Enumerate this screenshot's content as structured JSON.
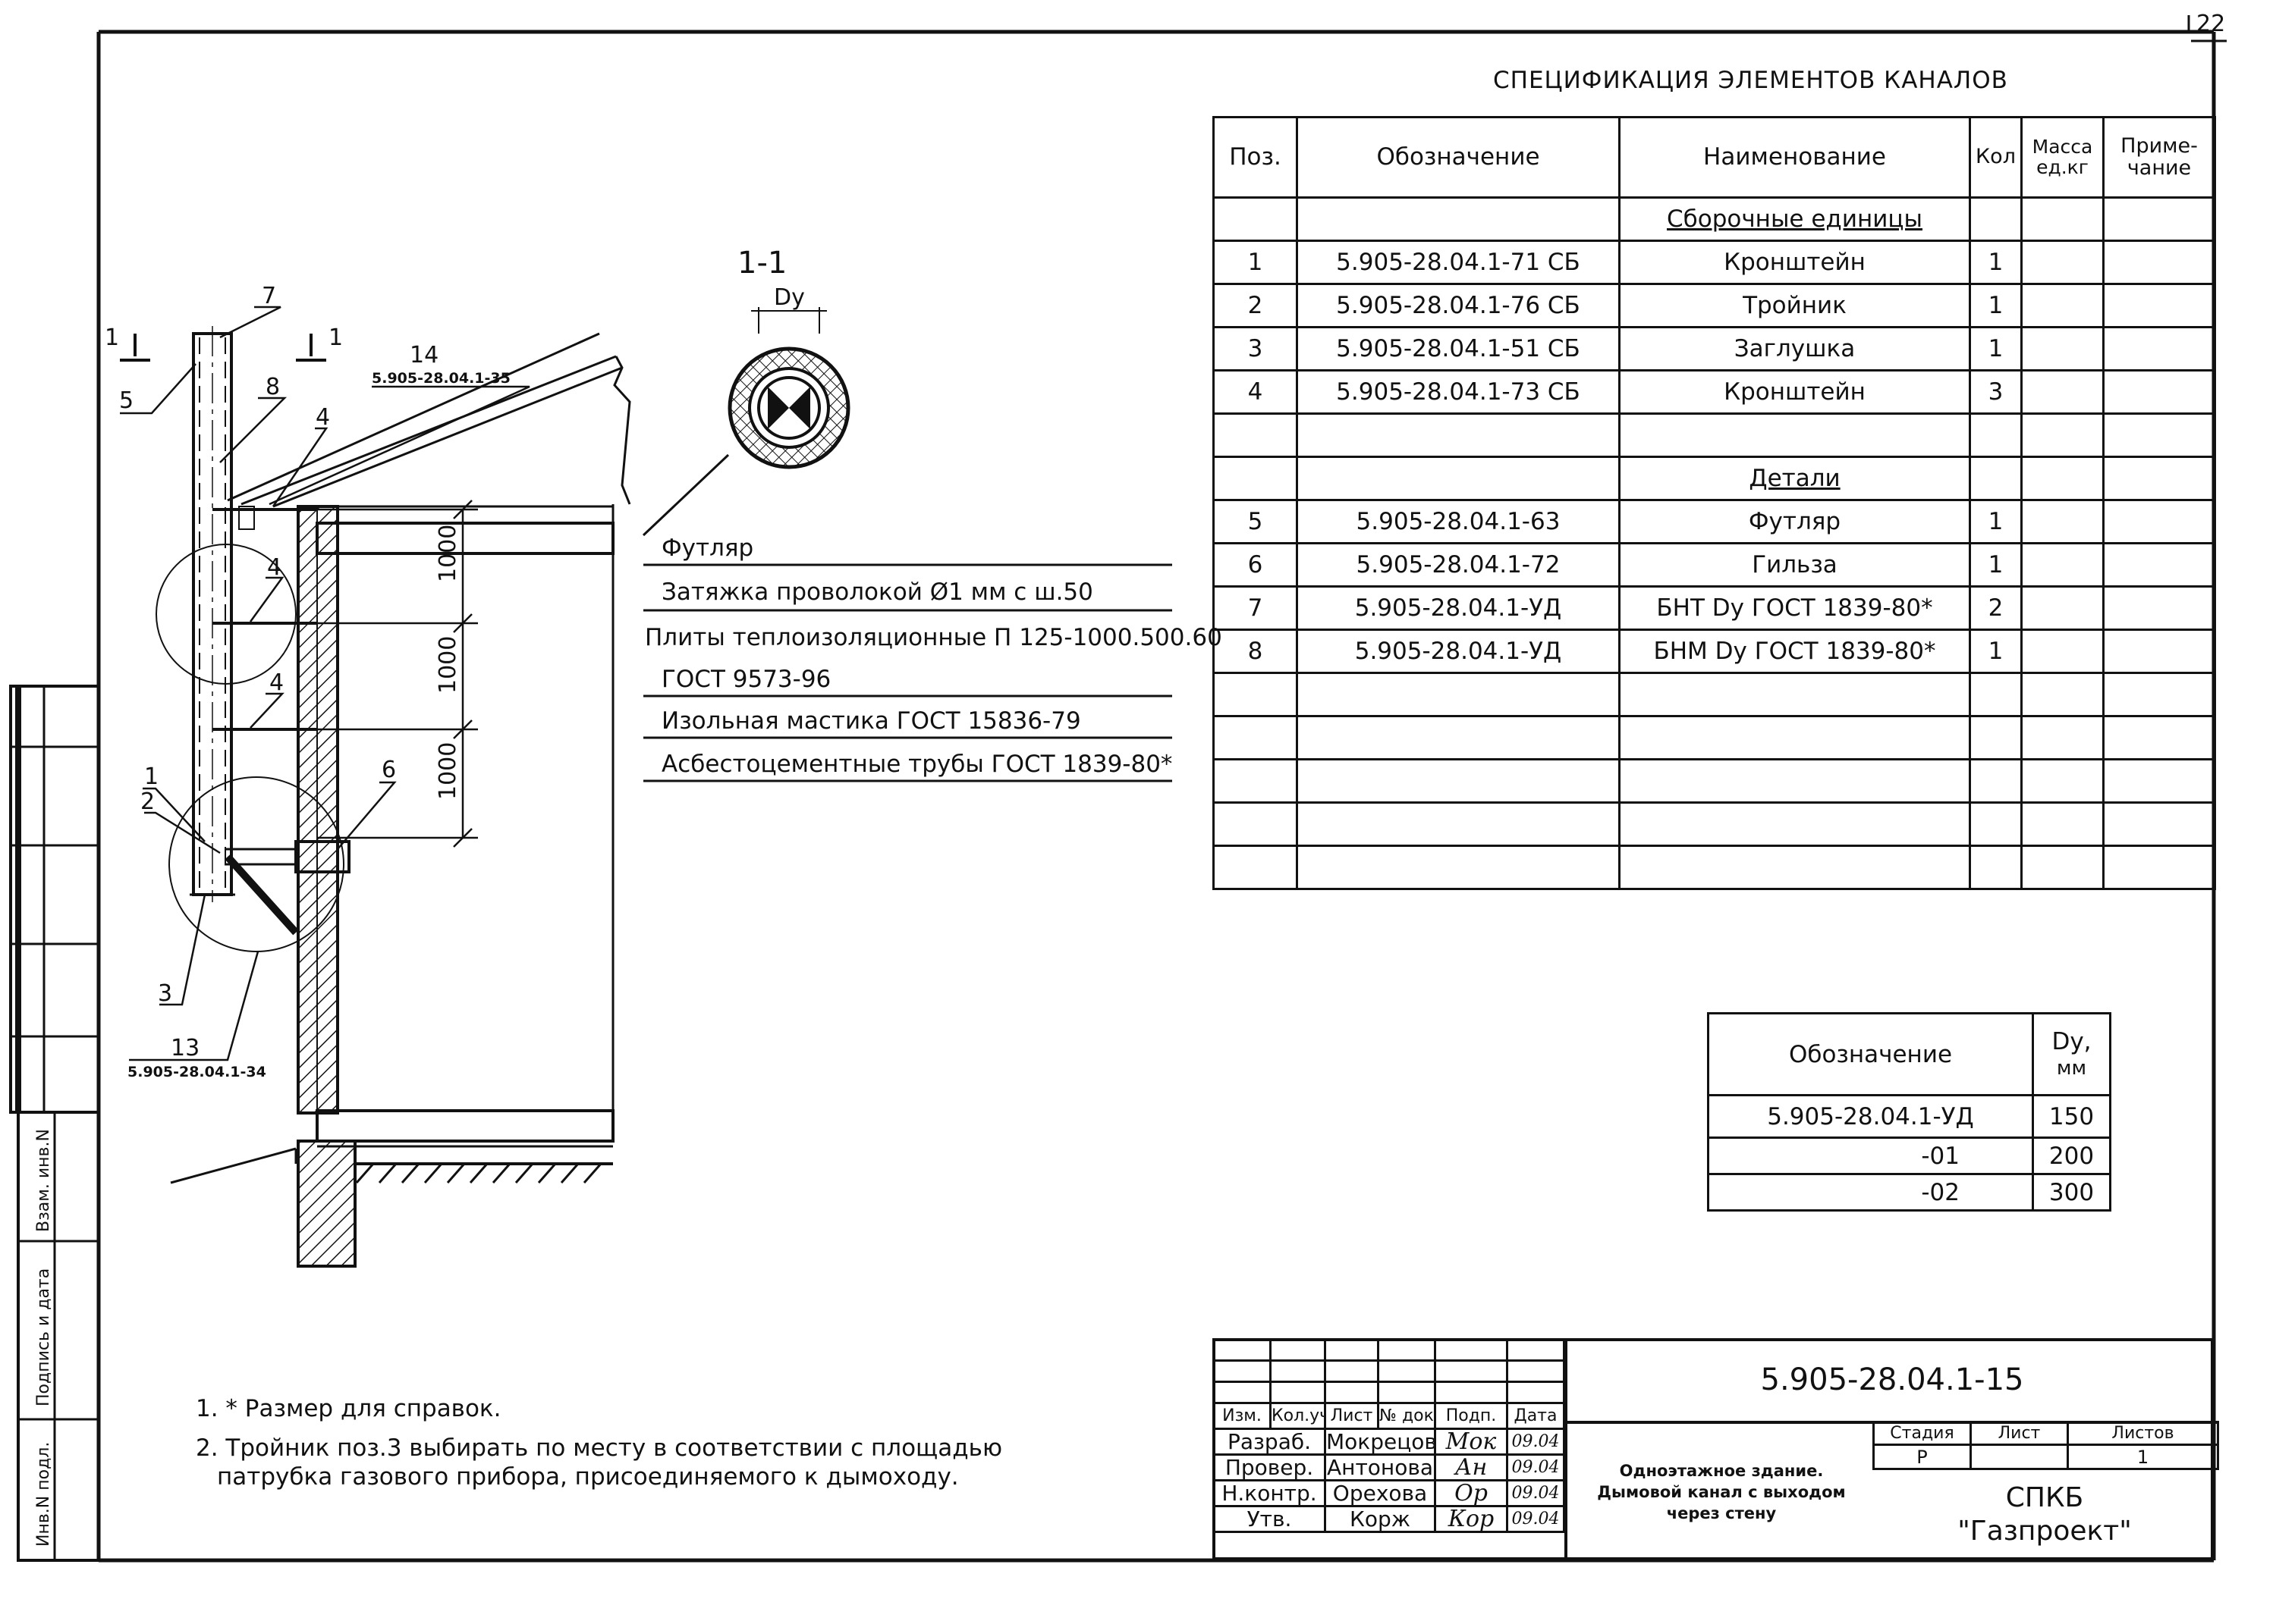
{
  "page_number": "22",
  "spec_title": "СПЕЦИФИКАЦИЯ ЭЛЕМЕНТОВ КАНАЛОВ",
  "spec_table": {
    "headers": [
      "Поз.",
      "Обозначение",
      "Наименование",
      "Кол",
      "Масса ед.кг",
      "Приме-чание"
    ],
    "section_assembly": "Сборочные единицы",
    "section_details": "Детали",
    "rows": [
      {
        "pos": "1",
        "code": "5.905-28.04.1-71 СБ",
        "name": "Кронштейн",
        "qty": "1"
      },
      {
        "pos": "2",
        "code": "5.905-28.04.1-76 СБ",
        "name": "Тройник",
        "qty": "1"
      },
      {
        "pos": "3",
        "code": "5.905-28.04.1-51 СБ",
        "name": "Заглушка",
        "qty": "1"
      },
      {
        "pos": "4",
        "code": "5.905-28.04.1-73 СБ",
        "name": "Кронштейн",
        "qty": "3"
      },
      {
        "pos": "5",
        "code": "5.905-28.04.1-63",
        "name": "Футляр",
        "qty": "1"
      },
      {
        "pos": "6",
        "code": "5.905-28.04.1-72",
        "name": "Гильза",
        "qty": "1"
      },
      {
        "pos": "7",
        "code": "5.905-28.04.1-УД",
        "name": "БНТ Dy ГОСТ 1839-80*",
        "qty": "2"
      },
      {
        "pos": "8",
        "code": "5.905-28.04.1-УД",
        "name": "БНМ Dy ГОСТ 1839-80*",
        "qty": "1"
      }
    ]
  },
  "dy_table": {
    "header_code": "Обозначение",
    "header_dy": "Dy,",
    "header_unit": "мм",
    "rows": [
      {
        "code": "5.905-28.04.1-УД",
        "dy": "150"
      },
      {
        "code": "-01",
        "dy": "200"
      },
      {
        "code": "-02",
        "dy": "300"
      }
    ]
  },
  "section": {
    "label": "1-1",
    "dim": "Dy"
  },
  "legend": [
    "Футляр",
    "Затяжка проволокой Ø1 мм с ш.50",
    "Плиты теплоизоляционные П 125-1000.500.60",
    "ГОСТ 9573-96",
    "Изольная мастика ГОСТ 15836-79",
    "Асбестоцементные трубы ГОСТ 1839-80*"
  ],
  "callouts": {
    "c1": "1",
    "c2": "2",
    "c3": "3",
    "c4a": "4",
    "c4b": "4",
    "c4c": "4",
    "c5": "5",
    "c6": "6",
    "c7": "7",
    "c8": "8",
    "c13": "13",
    "c13_ref": "5.905-28.04.1-34",
    "c14": "14",
    "c14_ref": "5.905-28.04.1-35",
    "cut_left": "1",
    "cut_right": "1",
    "dim1": "1000",
    "dim2": "1000",
    "dim3": "1000"
  },
  "notes": [
    "1. * Размер для справок.",
    "2. Тройник поз.3 выбирать по месту в соответствии с площадью",
    "патрубка газового прибора, присоединяемого к дымоходу."
  ],
  "side_stamp": [
    "Взам. инв.N",
    "Подпись и дата",
    "Инв.N подл."
  ],
  "title_block": {
    "doc_code": "5.905-28.04.1-15",
    "headers": [
      "Изм.",
      "Кол.уч",
      "Лист",
      "№ док",
      "Подп.",
      "Дата"
    ],
    "roles": [
      {
        "role": "Разраб.",
        "name": "Мокрецов",
        "sign": "Мок",
        "date": "09.04"
      },
      {
        "role": "Провер.",
        "name": "Антонова",
        "sign": "Ан",
        "date": "09.04"
      },
      {
        "role": "Н.контр.",
        "name": "Орехова",
        "sign": "Ор",
        "date": "09.04"
      },
      {
        "role": "Утв.",
        "name": "Корж",
        "sign": "Кор",
        "date": "09.04"
      }
    ],
    "description": [
      "Одноэтажное здание.",
      "Дымовой канал с выходом",
      "через стену"
    ],
    "stage_label": "Стадия",
    "sheet_label": "Лист",
    "sheets_label": "Листов",
    "stage": "Р",
    "sheet": "",
    "sheets": "1",
    "org": [
      "СПКБ",
      "\"Газпроект\""
    ]
  }
}
